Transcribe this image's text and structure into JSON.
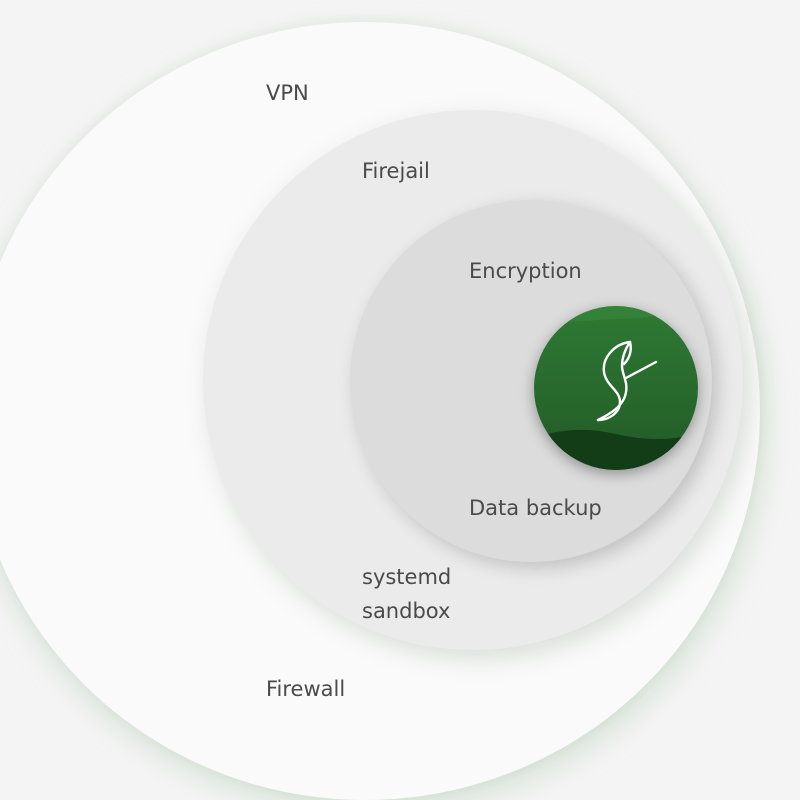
{
  "layers": {
    "vpn": "VPN",
    "firejail": "Firejail",
    "encryption": "Encryption",
    "data_backup": "Data backup",
    "systemd_line1": "systemd",
    "systemd_line2": "sandbox",
    "firewall": "Firewall"
  },
  "core": {
    "icon": "swan-logo-icon",
    "color": "#2b6b30"
  }
}
